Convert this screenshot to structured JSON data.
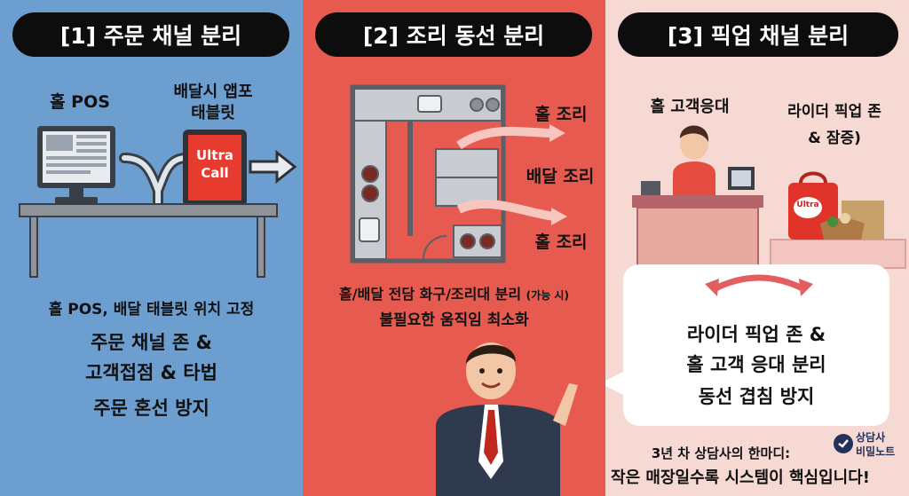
{
  "panel1": {
    "title": "[1] 주문 채널 분리",
    "hall_pos_label": "홀 POS",
    "tablet_label_line1": "배달시 앱포",
    "tablet_label_line2": "태블릿",
    "tablet_brand_line1": "Ultra",
    "tablet_brand_line2": "Call",
    "caption": "홀 POS, 배달 태블릿 위치 고정",
    "body_line1": "주문 채널 존 &",
    "body_line2": "고객접점 & 타법",
    "body_line3": "주문 혼선 방지"
  },
  "panel2": {
    "title": "[2] 조리 동선 분리",
    "arrow_label_1": "홀 조리",
    "arrow_label_2": "배달 조리",
    "arrow_label_3": "홀 조리",
    "caption_line1_main": "홀/배달 전담 화구/조리대 분리",
    "caption_line1_note": "(가능 시)",
    "caption_line2": "불필요한 움직임 최소화"
  },
  "panel3": {
    "title": "[3] 픽업 채널 분리",
    "hall_service_label": "홀 고객응대",
    "rider_zone_label_line1": "라이더 픽업 존",
    "rider_zone_label_line2": "& 잠증)",
    "bag_brand": "Ultra",
    "bubble_line1": "라이더 픽업 존 &",
    "bubble_line2": "홀 고객 응대 분리",
    "bubble_line3": "동선 겹침 방지",
    "logo_line1": "상담사",
    "logo_line2": "비밀노트",
    "tip_line1": "3년 차 상담사의 한마디:",
    "tip_line2": "작은 매장일수록 시스템이 핵심입니다!"
  },
  "colors": {
    "panel1_bg": "#6d9ed0",
    "panel2_bg": "#e65a4f",
    "panel3_bg": "#f7d9d4",
    "pill_bg": "#0d0d0d",
    "tablet_red": "#e63b2e"
  }
}
